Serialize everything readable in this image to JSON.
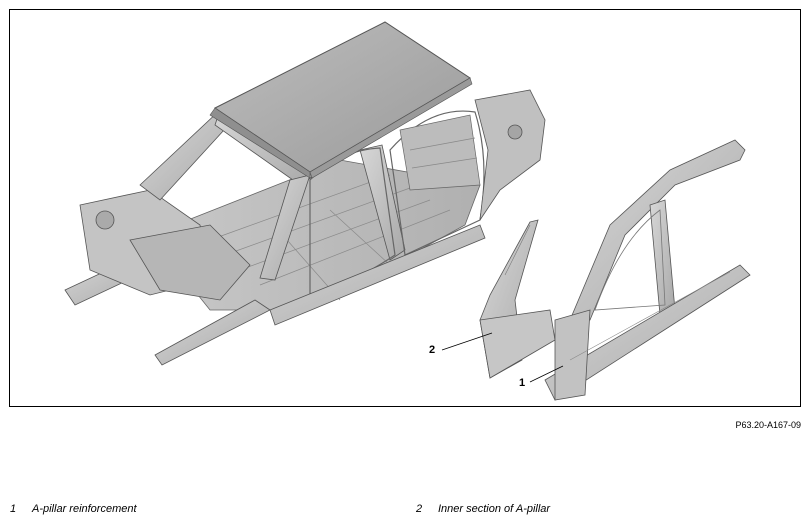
{
  "figure": {
    "callouts": [
      {
        "number": "1"
      },
      {
        "number": "2"
      }
    ],
    "figure_id": "P63.20-A167-09"
  },
  "legend": [
    {
      "number": "1",
      "label": "A-pillar reinforcement"
    },
    {
      "number": "2",
      "label": "Inner section of A-pillar"
    }
  ]
}
